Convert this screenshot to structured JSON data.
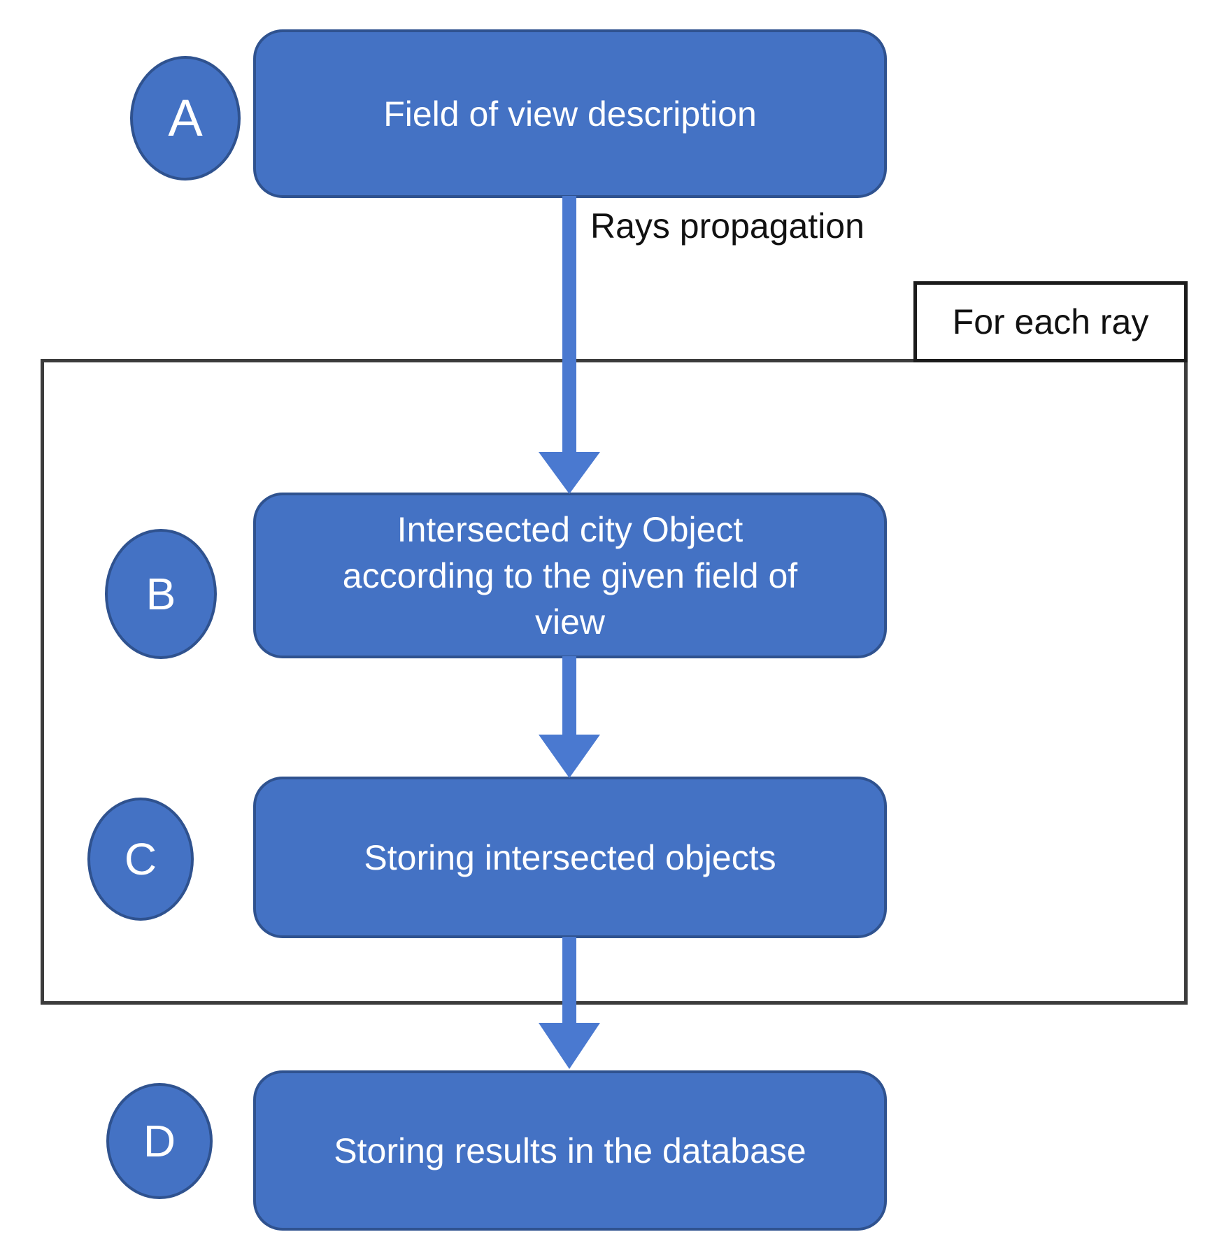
{
  "diagram": {
    "loop_label": "For each ray",
    "edge_label": "Rays propagation",
    "nodes": [
      {
        "id": "A",
        "lines": [
          "Field of view description"
        ]
      },
      {
        "id": "B",
        "lines": [
          "Intersected city Object",
          "according to the given field of",
          "view"
        ]
      },
      {
        "id": "C",
        "lines": [
          "Storing intersected objects"
        ]
      },
      {
        "id": "D",
        "lines": [
          "Storing results in the database"
        ]
      }
    ],
    "colors": {
      "node_fill": "#4472c4",
      "node_border": "#2f528f",
      "arrow": "#4a79d0",
      "node_text": "#ffffff",
      "label_text": "#111111",
      "frame_border": "#3c3c3c",
      "loop_box_border": "#1b1b1b"
    }
  }
}
